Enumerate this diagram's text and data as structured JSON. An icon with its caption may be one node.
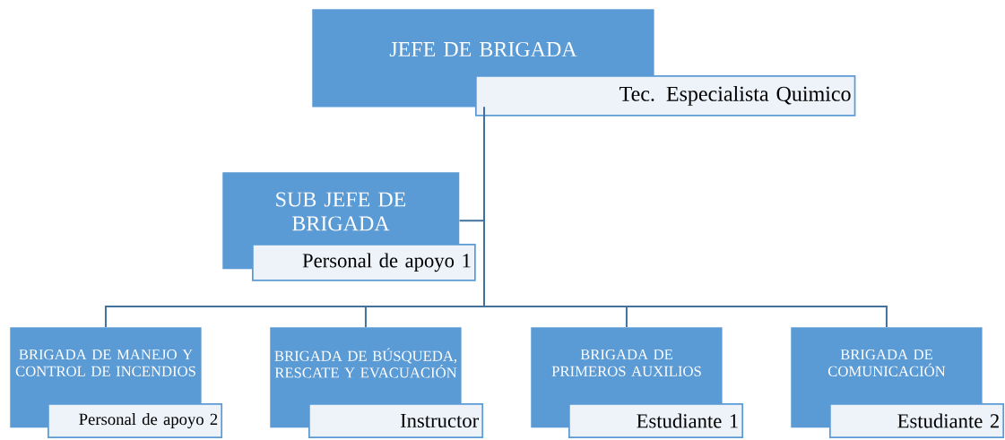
{
  "diagram": {
    "nodes": [
      {
        "text": [
          "JEFE DE BRIGADA"
        ]
      },
      {
        "text": [
          "Tec. Especialista Quimico"
        ]
      },
      {
        "text": [
          "SUB JEFE DE BRIGADA"
        ]
      },
      {
        "text": [
          "Personal de apoyo 1"
        ]
      },
      {
        "text": [
          "BRIGADA DE MANEJO Y CONTROL DE INCENDIOS"
        ]
      },
      {
        "text": [
          "Personal de apoyo 2"
        ]
      },
      {
        "text": [
          "BRIGADA DE BÚSQUEDA, RESCATE Y EVACUACIÓN"
        ]
      },
      {
        "text": [
          "Instructor"
        ]
      },
      {
        "text": [
          "BRIGADA DE PRIMEROS AUXILIOS"
        ]
      },
      {
        "text": [
          "Estudiante 1"
        ]
      },
      {
        "text": [
          "BRIGADA DE COMUNICACIÓN"
        ]
      },
      {
        "text": [
          "Estudiante 2"
        ]
      }
    ],
    "edges": [
      {
        "from": 0,
        "to": 2,
        "arrow": "none"
      },
      {
        "from": 0,
        "to": 4,
        "arrow": "none"
      },
      {
        "from": 0,
        "to": 6,
        "arrow": "none"
      },
      {
        "from": 0,
        "to": 8,
        "arrow": "none"
      },
      {
        "from": 0,
        "to": 10,
        "arrow": "none"
      }
    ]
  }
}
